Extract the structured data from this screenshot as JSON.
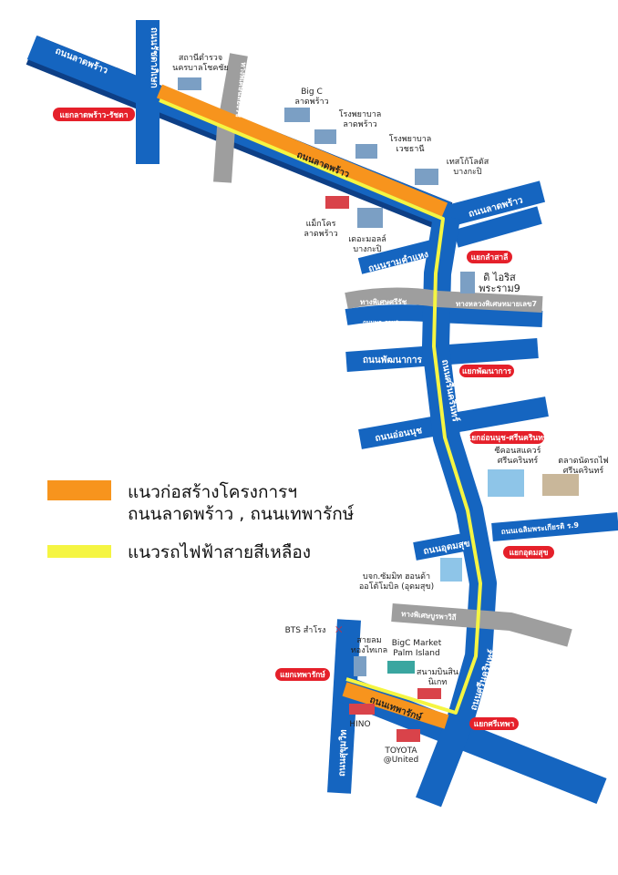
{
  "colors": {
    "road": "#1565c0",
    "road_side": "#0d3f86",
    "expressway": "#9e9e9e",
    "construction": "#f7941d",
    "yellow_line": "#f5f542",
    "junction_badge": "#e5202a"
  },
  "roads": {
    "ladprao_west": "ถนนลาดพร้าว",
    "ratchada": "ถนนรัชดาภิเษก",
    "expressway_north": "ทางพิเศษฉลองรัช",
    "ladprao_main": "ถนนลาดพร้าว",
    "ladprao_east": "ถนนลาดพร้าว",
    "ramkhamhaeng": "ถนนรามคำแหง",
    "si_rat": "ทางพิเศษศรีรัช",
    "rama9": "ถนนพระราม9",
    "motorway7": "ทางหลวงพิเศษหมายเลข7",
    "pattanakarn": "ถนนพัฒนาการ",
    "srinakarin": "ถนนศรีนครินทร์",
    "on_nut": "ถนนอ่อนนุช",
    "udomsuk": "ถนนอุดมสุข",
    "chalerm_prakiat": "ถนนเฉลิมพระเกียรติ ร.9",
    "burapha_withi": "ทางพิเศษบูรพาวิถี",
    "sukhumvit": "ถนนสุขุมวิท",
    "theparak": "ถนนเทพารักษ์",
    "srinakarin_south": "ถนนศรีนครินทร์"
  },
  "junctions": [
    "แยกลาดพร้าว-รัชดา",
    "แยกลำสาลี",
    "แยกพัฒนาการ",
    "แยกอ่อนนุช-ศรีนครินทร์",
    "แยกอุดมสุข",
    "แยกเทพารักษ์",
    "แยกศรีเทพา"
  ],
  "places": {
    "police": [
      "สถานีตำรวจ",
      "นครบาลโชคชัย"
    ],
    "bigc": [
      "Big C",
      "ลาดพร้าว"
    ],
    "hosp_ladprao": [
      "โรงพยาบาล",
      "ลาดพร้าว"
    ],
    "hosp_vejthani": [
      "โรงพยาบาล",
      "เวชธานี"
    ],
    "tesco": [
      "เทสโก้โลตัส",
      "บางกะปิ"
    ],
    "makro": [
      "แม็กโคร",
      "ลาดพร้าว"
    ],
    "mall": [
      "เดอะมอลล์",
      "บางกะปิ"
    ],
    "iris": [
      "ดิ ไอริส",
      "พระราม9"
    ],
    "seacon": [
      "ซีคอนสแควร์",
      "ศรีนครินทร์"
    ],
    "train_market": [
      "ตลาดนัดรถไฟ",
      "ศรีนครินทร์"
    ],
    "summit": [
      "บจก.ซัมมิท ฮอนด้า",
      "ออโต้โมบิล (อุดมสุข)"
    ],
    "bts": "BTS สำโรง",
    "thailon": [
      "สายลม",
      "ทองไทเกล"
    ],
    "bigc_market": [
      "BigC Market",
      "Palm Island"
    ],
    "airport_golf": [
      "สนามบินสิน",
      "นิเกท"
    ],
    "hino": "HINO",
    "toyota": [
      "TOYOTA",
      "@United"
    ]
  },
  "legend": {
    "construction_line1": "แนวก่อสร้างโครงการฯ",
    "construction_line2": "ถนนลาดพร้าว , ถนนเทพารักษ์",
    "yellow_line": "แนวรถไฟฟ้าสายสีเหลือง"
  }
}
